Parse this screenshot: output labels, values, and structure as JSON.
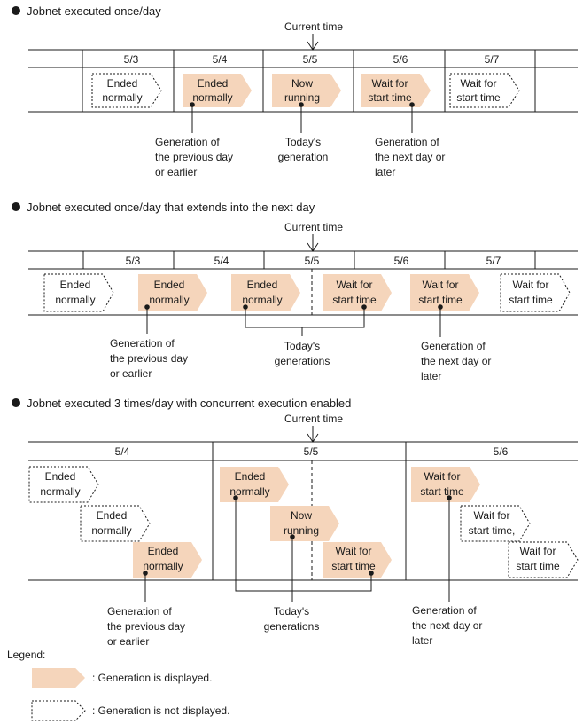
{
  "colors": {
    "displayed_fill": "#f5d5bb",
    "line": "#1a1a1a",
    "background": "#ffffff"
  },
  "section1": {
    "heading": "Jobnet executed once/day",
    "current_time": "Current time",
    "dates": [
      "5/3",
      "5/4",
      "5/5",
      "5/6",
      "5/7"
    ],
    "generations": [
      {
        "line1": "Ended",
        "line2": "normally",
        "displayed": false
      },
      {
        "line1": "Ended",
        "line2": "normally",
        "displayed": true
      },
      {
        "line1": "Now",
        "line2": "running",
        "displayed": true
      },
      {
        "line1": "Wait for",
        "line2": "start time",
        "displayed": true
      },
      {
        "line1": "Wait for",
        "line2": "start time",
        "displayed": false
      }
    ],
    "notes": [
      {
        "lines": [
          "Generation of",
          "the previous day",
          "or earlier"
        ]
      },
      {
        "lines": [
          "Today's",
          "generation"
        ]
      },
      {
        "lines": [
          "Generation of",
          "the next day or",
          "later"
        ]
      }
    ]
  },
  "section2": {
    "heading": "Jobnet executed once/day that extends into the next day",
    "current_time": "Current time",
    "dates": [
      "5/3",
      "5/4",
      "5/5",
      "5/6",
      "5/7"
    ],
    "generations": [
      {
        "line1": "Ended",
        "line2": "normally",
        "displayed": false
      },
      {
        "line1": "Ended",
        "line2": "normally",
        "displayed": true
      },
      {
        "line1": "Ended",
        "line2": "normally",
        "displayed": true
      },
      {
        "line1": "Wait for",
        "line2": "start time",
        "displayed": true
      },
      {
        "line1": "Wait for",
        "line2": "start time",
        "displayed": true
      },
      {
        "line1": "Wait for",
        "line2": "start time",
        "displayed": false
      }
    ],
    "notes": [
      {
        "lines": [
          "Generation of",
          "the previous day",
          "or earlier"
        ]
      },
      {
        "lines": [
          "Today's",
          "generations"
        ]
      },
      {
        "lines": [
          "Generation of",
          "the next day or",
          "later"
        ]
      }
    ]
  },
  "section3": {
    "heading": "Jobnet executed 3 times/day with concurrent execution enabled",
    "current_time": "Current time",
    "dates": [
      "5/4",
      "5/5",
      "5/6"
    ],
    "generations": [
      {
        "line1": "Ended",
        "line2": "normally",
        "displayed": false
      },
      {
        "line1": "Ended",
        "line2": "normally",
        "displayed": false
      },
      {
        "line1": "Ended",
        "line2": "normally",
        "displayed": true
      },
      {
        "line1": "Ended",
        "line2": "normally",
        "displayed": true
      },
      {
        "line1": "Now",
        "line2": "running",
        "displayed": true
      },
      {
        "line1": "Wait for",
        "line2": "start time",
        "displayed": true
      },
      {
        "line1": "Wait for",
        "line2": "start time",
        "displayed": true
      },
      {
        "line1": "Wait for",
        "line2": "start time,",
        "displayed": false
      },
      {
        "line1": "Wait for",
        "line2": "start time",
        "displayed": false
      }
    ],
    "notes": [
      {
        "lines": [
          "Generation of",
          "the previous day",
          "or earlier"
        ]
      },
      {
        "lines": [
          "Today's",
          "generations"
        ]
      },
      {
        "lines": [
          "Generation of",
          "the next day or",
          "later"
        ]
      }
    ]
  },
  "legend": {
    "title": "Legend:",
    "displayed_text": ": Generation is displayed.",
    "not_displayed_text": ": Generation is not displayed."
  }
}
